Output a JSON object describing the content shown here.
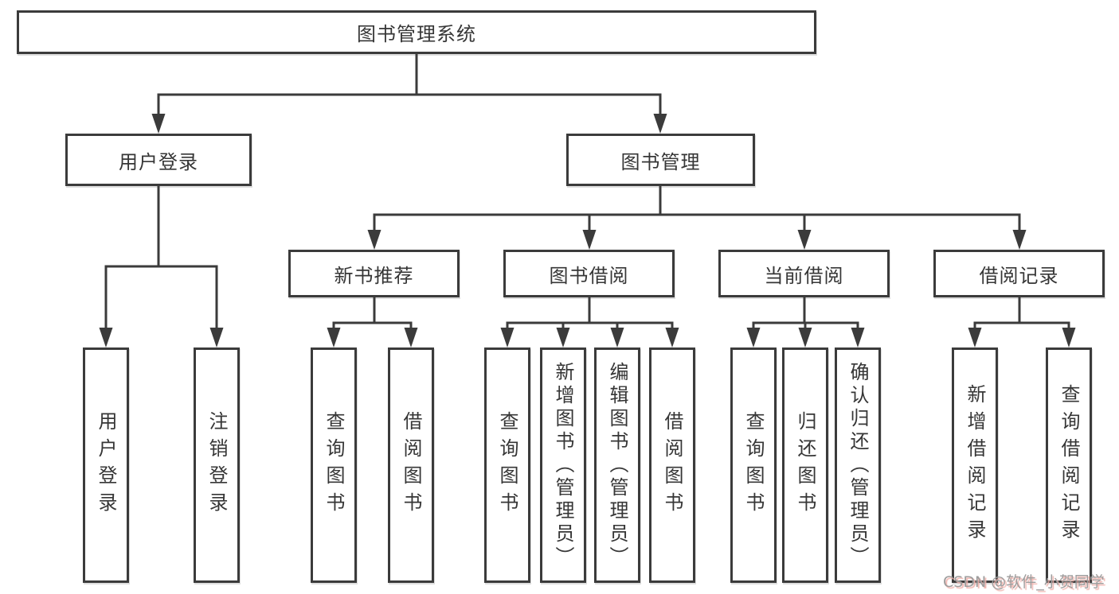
{
  "colors": {
    "line": "#3b3b3b",
    "text": "#363636",
    "watermark_text": "#9d9d9d",
    "watermark_shadow": "#f0b4ae"
  },
  "diagram": {
    "root": {
      "label": "图书管理系统"
    },
    "level2": [
      {
        "label": "用户登录"
      },
      {
        "label": "图书管理"
      }
    ],
    "level3": [
      {
        "label": "新书推荐"
      },
      {
        "label": "图书借阅"
      },
      {
        "label": "当前借阅"
      },
      {
        "label": "借阅记录"
      }
    ],
    "leaves": [
      {
        "label": "用户登录"
      },
      {
        "label": "注销登录"
      },
      {
        "label": "查询图书"
      },
      {
        "label": "借阅图书"
      },
      {
        "label": "查询图书"
      },
      {
        "label": "新增图书（管理员）"
      },
      {
        "label": "编辑图书（管理员）"
      },
      {
        "label": "借阅图书"
      },
      {
        "label": "查询图书"
      },
      {
        "label": "归还图书"
      },
      {
        "label": "确认归还（管理员）"
      },
      {
        "label": "新增借阅记录"
      },
      {
        "label": "查询借阅记录"
      }
    ]
  },
  "watermark": {
    "text": "CSDN @软件_小贺同学"
  }
}
